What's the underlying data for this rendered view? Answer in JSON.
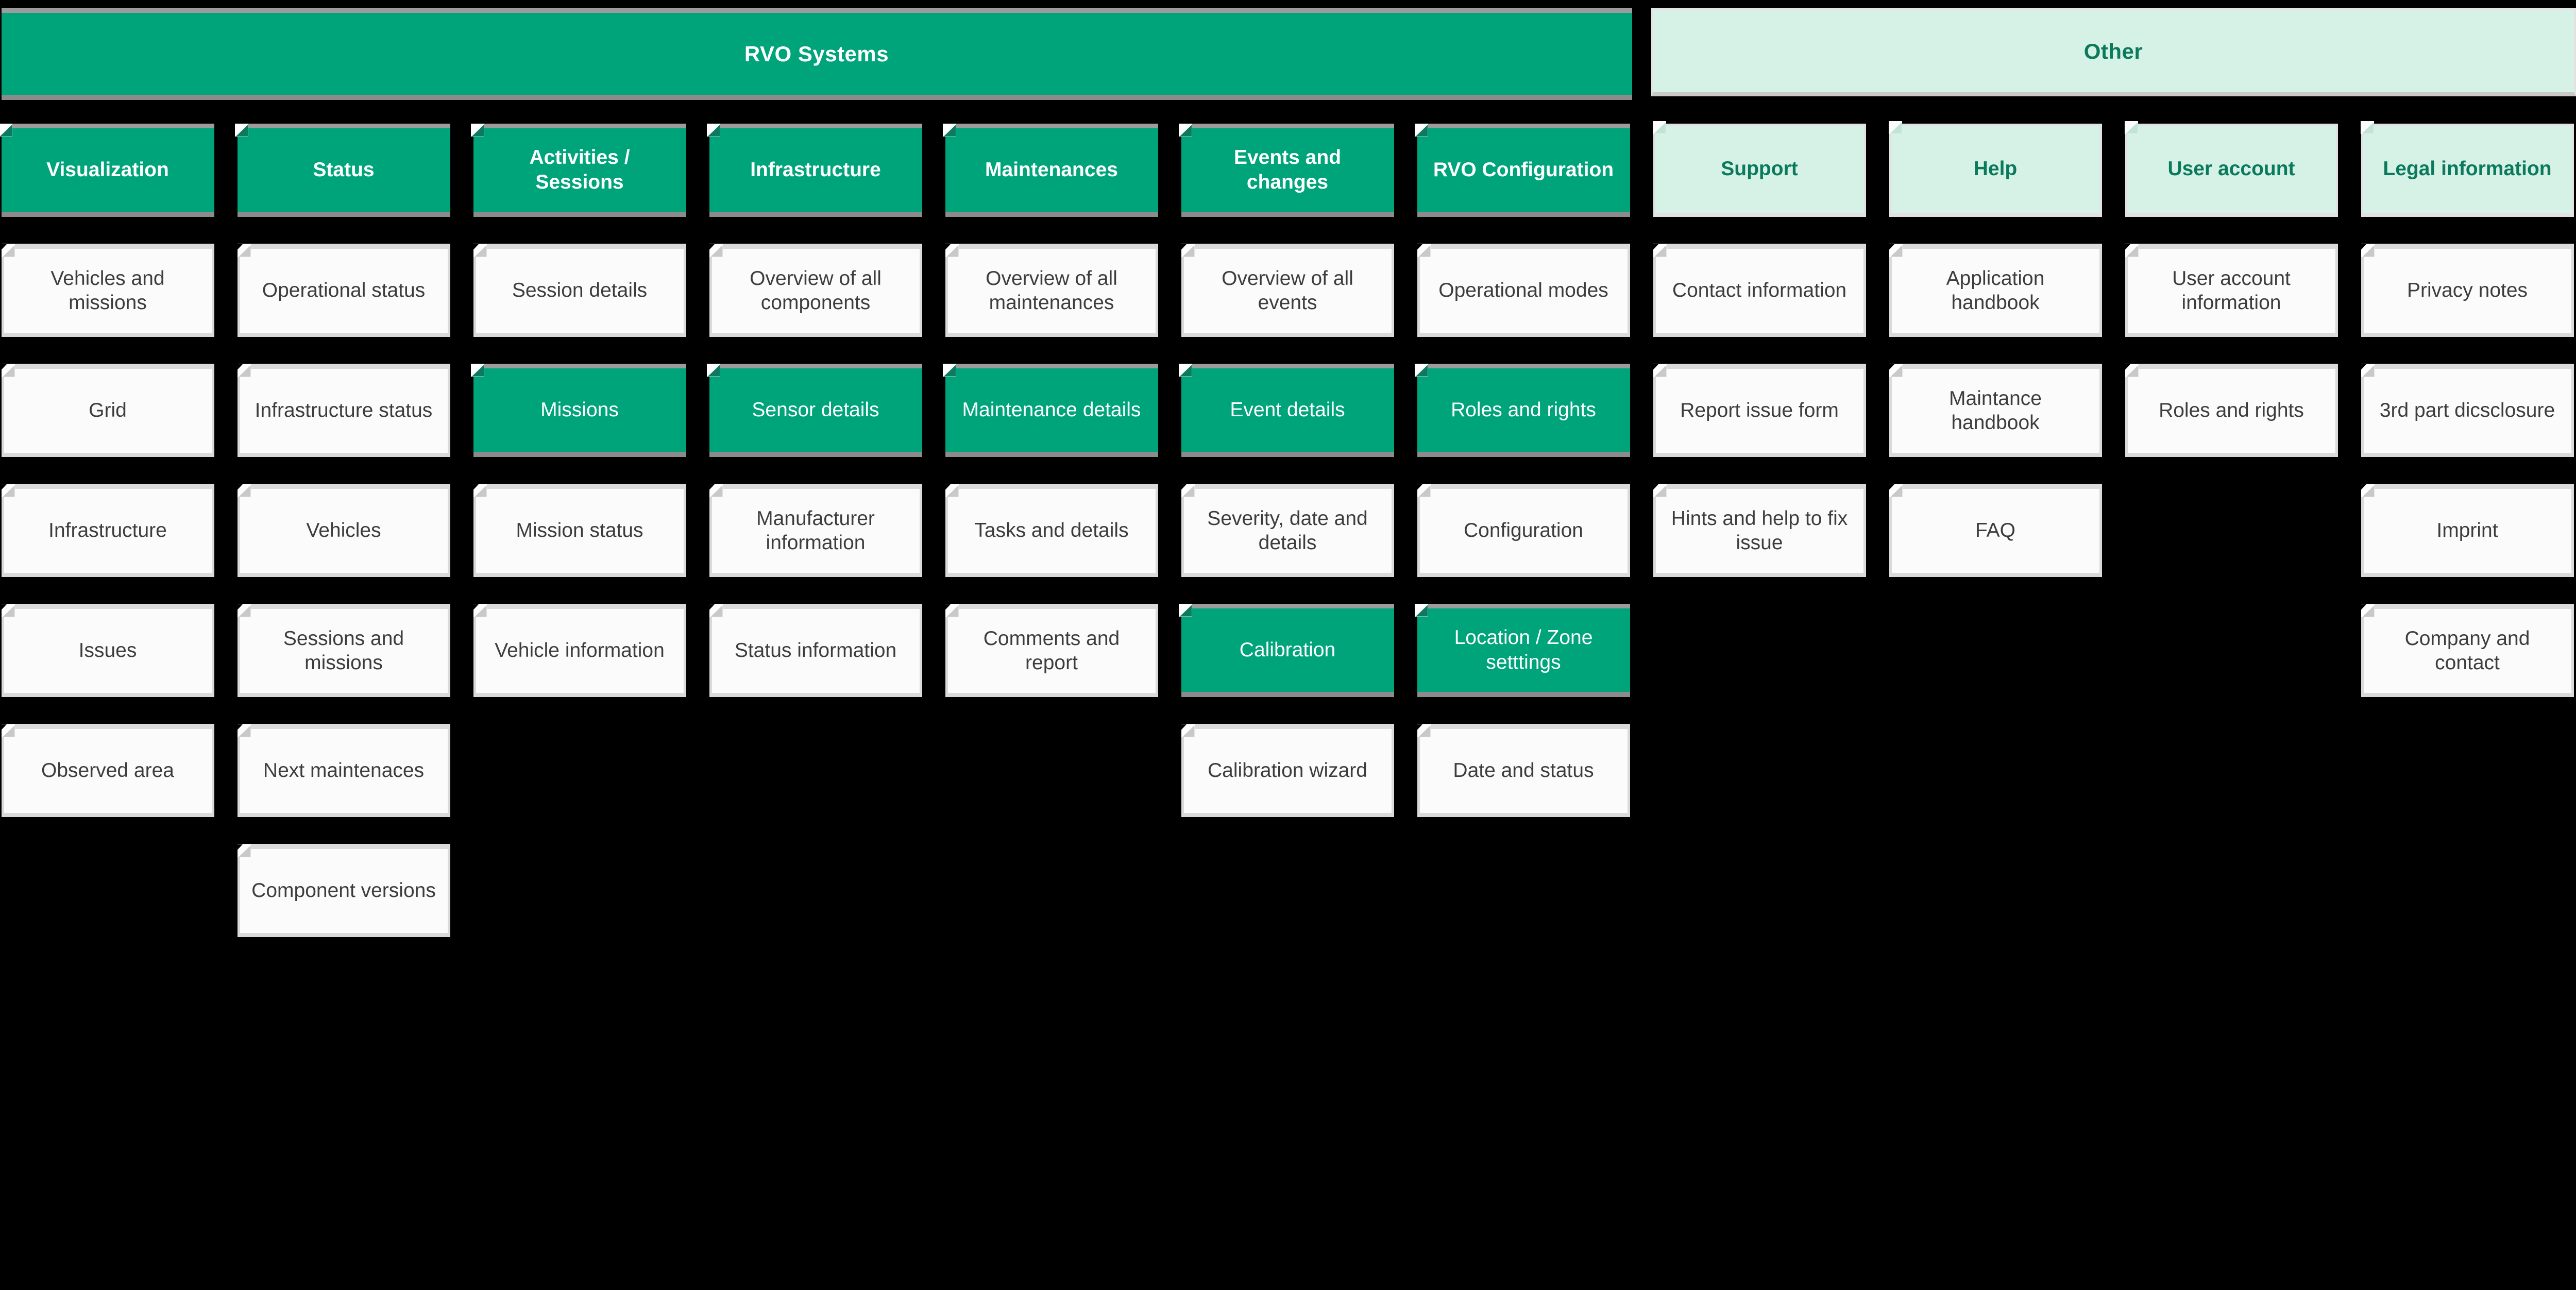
{
  "colors": {
    "green": "#00a47b",
    "mint": "#d6f1e5",
    "dark_green_text": "#0b7a5c",
    "card_text": "#3d3d3d",
    "background": "#000000"
  },
  "banners": [
    {
      "label": "RVO Systems",
      "variant": "green"
    },
    {
      "label": "Other",
      "variant": "mint"
    }
  ],
  "columns": [
    {
      "header": {
        "label": "Visualization",
        "variant": "green"
      },
      "items": [
        {
          "row": 1,
          "label": "Vehicles and missions",
          "variant": "white"
        },
        {
          "row": 2,
          "label": "Grid",
          "variant": "white"
        },
        {
          "row": 3,
          "label": "Infrastructure",
          "variant": "white"
        },
        {
          "row": 4,
          "label": "Issues",
          "variant": "white"
        },
        {
          "row": 5,
          "label": "Observed area",
          "variant": "white"
        }
      ]
    },
    {
      "header": {
        "label": "Status",
        "variant": "green"
      },
      "items": [
        {
          "row": 1,
          "label": "Operational status",
          "variant": "white"
        },
        {
          "row": 2,
          "label": "Infrastructure status",
          "variant": "white"
        },
        {
          "row": 3,
          "label": "Vehicles",
          "variant": "white"
        },
        {
          "row": 4,
          "label": "Sessions and missions",
          "variant": "white"
        },
        {
          "row": 5,
          "label": "Next maintenaces",
          "variant": "white"
        },
        {
          "row": 6,
          "label": "Component versions",
          "variant": "white"
        }
      ]
    },
    {
      "header": {
        "label": "Activities / Sessions",
        "variant": "green"
      },
      "items": [
        {
          "row": 1,
          "label": "Session details",
          "variant": "white"
        },
        {
          "row": 2,
          "label": "Missions",
          "variant": "green"
        },
        {
          "row": 3,
          "label": "Mission status",
          "variant": "white"
        },
        {
          "row": 4,
          "label": "Vehicle information",
          "variant": "white"
        }
      ]
    },
    {
      "header": {
        "label": "Infrastructure",
        "variant": "green"
      },
      "items": [
        {
          "row": 1,
          "label": "Overview of all components",
          "variant": "white"
        },
        {
          "row": 2,
          "label": "Sensor details",
          "variant": "green"
        },
        {
          "row": 3,
          "label": "Manufacturer information",
          "variant": "white"
        },
        {
          "row": 4,
          "label": "Status information",
          "variant": "white"
        }
      ]
    },
    {
      "header": {
        "label": "Maintenances",
        "variant": "green"
      },
      "items": [
        {
          "row": 1,
          "label": "Overview of all maintenances",
          "variant": "white"
        },
        {
          "row": 2,
          "label": "Maintenance details",
          "variant": "green"
        },
        {
          "row": 3,
          "label": "Tasks and details",
          "variant": "white"
        },
        {
          "row": 4,
          "label": "Comments and report",
          "variant": "white"
        }
      ]
    },
    {
      "header": {
        "label": "Events and changes",
        "variant": "green"
      },
      "items": [
        {
          "row": 1,
          "label": "Overview of all events",
          "variant": "white"
        },
        {
          "row": 2,
          "label": "Event details",
          "variant": "green"
        },
        {
          "row": 3,
          "label": "Severity, date and details",
          "variant": "white"
        },
        {
          "row": 4,
          "label": "Calibration",
          "variant": "green"
        },
        {
          "row": 5,
          "label": "Calibration wizard",
          "variant": "white"
        }
      ]
    },
    {
      "header": {
        "label": "RVO Configuration",
        "variant": "green"
      },
      "items": [
        {
          "row": 1,
          "label": "Operational modes",
          "variant": "white"
        },
        {
          "row": 2,
          "label": "Roles and rights",
          "variant": "green"
        },
        {
          "row": 3,
          "label": "Configuration",
          "variant": "white"
        },
        {
          "row": 4,
          "label": "Location / Zone setttings",
          "variant": "green"
        },
        {
          "row": 5,
          "label": "Date and status",
          "variant": "white"
        }
      ]
    },
    {
      "header": {
        "label": "Support",
        "variant": "mint"
      },
      "items": [
        {
          "row": 1,
          "label": "Contact information",
          "variant": "white"
        },
        {
          "row": 2,
          "label": "Report issue form",
          "variant": "white"
        },
        {
          "row": 3,
          "label": "Hints and help to fix issue",
          "variant": "white"
        }
      ]
    },
    {
      "header": {
        "label": "Help",
        "variant": "mint"
      },
      "items": [
        {
          "row": 1,
          "label": "Application handbook",
          "variant": "white"
        },
        {
          "row": 2,
          "label": "Maintance handbook",
          "variant": "white"
        },
        {
          "row": 3,
          "label": "FAQ",
          "variant": "white"
        }
      ]
    },
    {
      "header": {
        "label": "User account",
        "variant": "mint"
      },
      "items": [
        {
          "row": 1,
          "label": "User account information",
          "variant": "white"
        },
        {
          "row": 2,
          "label": "Roles and rights",
          "variant": "white"
        }
      ]
    },
    {
      "header": {
        "label": "Legal information",
        "variant": "mint"
      },
      "items": [
        {
          "row": 1,
          "label": "Privacy notes",
          "variant": "white"
        },
        {
          "row": 2,
          "label": "3rd part dicsclosure",
          "variant": "white"
        },
        {
          "row": 3,
          "label": "Imprint",
          "variant": "white"
        },
        {
          "row": 4,
          "label": "Company and contact",
          "variant": "white"
        }
      ]
    }
  ]
}
